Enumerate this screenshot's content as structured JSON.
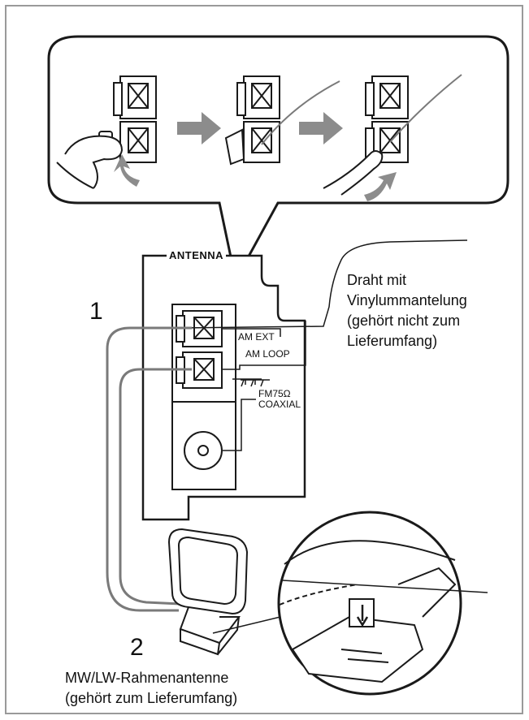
{
  "antenna_panel": {
    "title": "ANTENNA",
    "am_ext": "AM EXT",
    "am_loop": "AM LOOP",
    "fm_line1": "FM75Ω",
    "fm_line2": "COAXIAL"
  },
  "labels": {
    "step1": "1",
    "step2": "2",
    "wire_line1": "Draht mit",
    "wire_line2": "Vinylummantelung",
    "wire_line3": "(gehört nicht zum",
    "wire_line4": "Lieferumfang)",
    "loop_line1": "MW/LW-Rahmenantenne",
    "loop_line2": "(gehört zum Lieferumfang)"
  },
  "colors": {
    "line": "#1a1a1a",
    "frame": "#9a9a9a",
    "arrow": "#8c8c8c",
    "wire": "#7a7a7a",
    "fill_light": "#f2f2f2"
  }
}
